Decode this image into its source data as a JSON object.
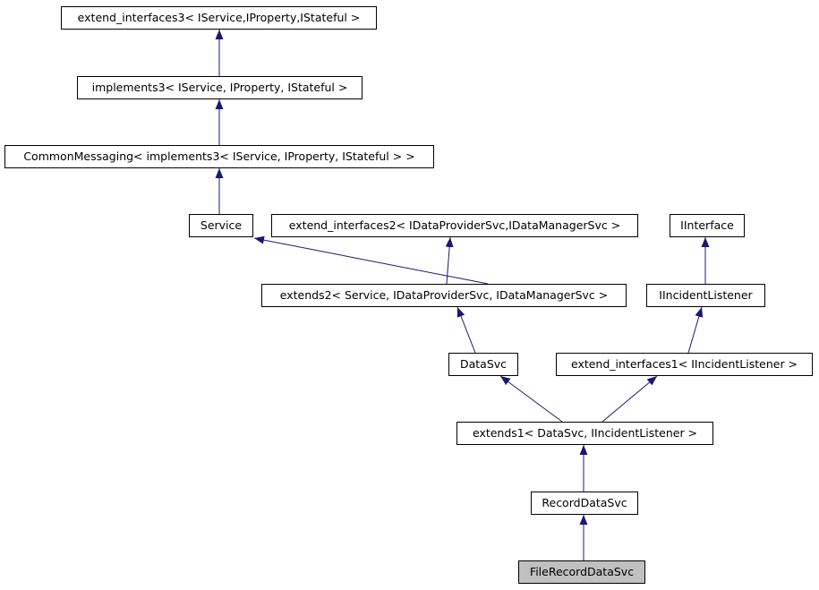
{
  "diagram": {
    "type": "class-inheritance-graph",
    "selected_class": "FileRecordDataSvc",
    "colors": {
      "background": "#ffffff",
      "edge": "#191970",
      "node_border": "#000000",
      "node_fill": "#ffffff",
      "selected_node_fill": "#c0c0c0",
      "text": "#000000"
    },
    "nodes": [
      {
        "id": "extend_interfaces3",
        "label": "extend_interfaces3< IService,IProperty,IStateful >",
        "selected": false
      },
      {
        "id": "implements3",
        "label": "implements3< IService, IProperty, IStateful >",
        "selected": false
      },
      {
        "id": "common_messaging",
        "label": "CommonMessaging< implements3< IService, IProperty, IStateful > >",
        "selected": false
      },
      {
        "id": "service",
        "label": "Service",
        "selected": false
      },
      {
        "id": "extend_interfaces2",
        "label": "extend_interfaces2< IDataProviderSvc,IDataManagerSvc >",
        "selected": false
      },
      {
        "id": "iinterface",
        "label": "IInterface",
        "selected": false
      },
      {
        "id": "extends2",
        "label": "extends2< Service, IDataProviderSvc, IDataManagerSvc >",
        "selected": false
      },
      {
        "id": "iincident_listener",
        "label": "IIncidentListener",
        "selected": false
      },
      {
        "id": "datasvc",
        "label": "DataSvc",
        "selected": false
      },
      {
        "id": "extend_interfaces1",
        "label": "extend_interfaces1< IIncidentListener >",
        "selected": false
      },
      {
        "id": "extends1",
        "label": "extends1< DataSvc, IIncidentListener >",
        "selected": false
      },
      {
        "id": "record_datasvc",
        "label": "RecordDataSvc",
        "selected": false
      },
      {
        "id": "file_record_datasvc",
        "label": "FileRecordDataSvc",
        "selected": true
      }
    ],
    "edges": [
      {
        "from": "implements3",
        "to": "extend_interfaces3"
      },
      {
        "from": "common_messaging",
        "to": "implements3"
      },
      {
        "from": "service",
        "to": "common_messaging"
      },
      {
        "from": "extends2",
        "to": "service"
      },
      {
        "from": "extends2",
        "to": "extend_interfaces2"
      },
      {
        "from": "datasvc",
        "to": "extends2"
      },
      {
        "from": "iincident_listener",
        "to": "iinterface"
      },
      {
        "from": "extend_interfaces1",
        "to": "iincident_listener"
      },
      {
        "from": "extends1",
        "to": "datasvc"
      },
      {
        "from": "extends1",
        "to": "extend_interfaces1"
      },
      {
        "from": "record_datasvc",
        "to": "extends1"
      },
      {
        "from": "file_record_datasvc",
        "to": "record_datasvc"
      }
    ]
  }
}
